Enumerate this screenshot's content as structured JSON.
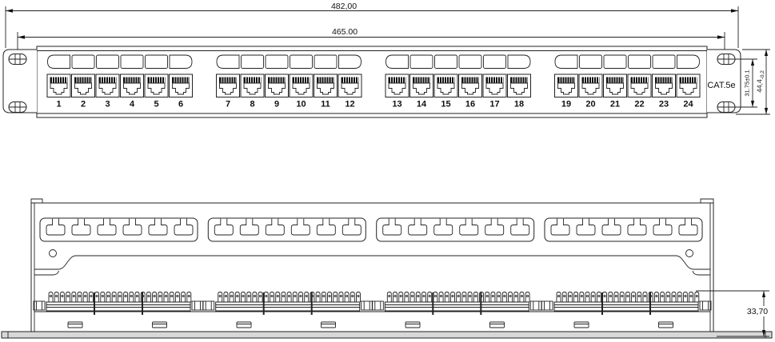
{
  "drawing": {
    "title": "24-port CAT.5e patch panel technical drawing",
    "standard_label": "CAT.5e",
    "port_numbers": [
      "1",
      "2",
      "3",
      "4",
      "5",
      "6",
      "7",
      "8",
      "9",
      "10",
      "11",
      "12",
      "13",
      "14",
      "15",
      "16",
      "17",
      "18",
      "19",
      "20",
      "21",
      "22",
      "23",
      "24"
    ],
    "group_count": 4,
    "ports_per_group": 6,
    "dimensions": {
      "overall_width": "482,00",
      "mounting_hole_span": "465.00",
      "mounting_hole_pitch": "31.75±0.1",
      "panel_height": "44,4",
      "panel_height_tolerance": "-0,2",
      "rear_height": "33,70"
    }
  }
}
